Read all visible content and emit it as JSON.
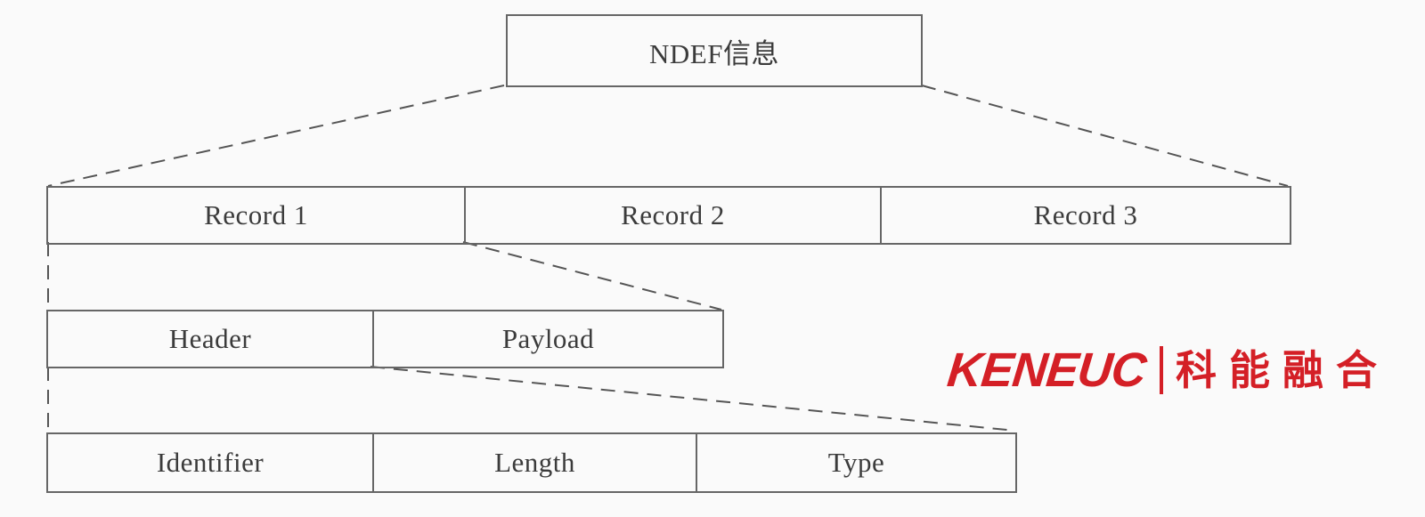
{
  "root": {
    "label": "NDEF信息"
  },
  "records": [
    {
      "label": "Record 1"
    },
    {
      "label": "Record 2"
    },
    {
      "label": "Record 3"
    }
  ],
  "record_parts": [
    {
      "label": "Header"
    },
    {
      "label": "Payload"
    }
  ],
  "header_fields": [
    {
      "label": "Identifier"
    },
    {
      "label": "Length"
    },
    {
      "label": "Type"
    }
  ],
  "watermark": {
    "brand_latin": "KENEUC",
    "brand_cn": "科能融合",
    "color": "#d41f26"
  }
}
